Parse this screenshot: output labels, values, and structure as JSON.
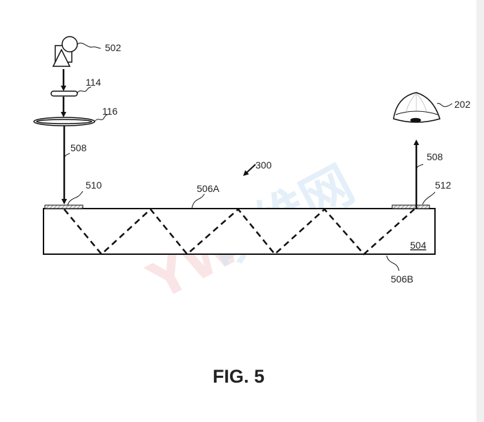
{
  "figure": {
    "caption": "FIG. 5"
  },
  "labels": {
    "source": "502",
    "element_114": "114",
    "lens": "116",
    "beam_in": "508",
    "in_coupler": "510",
    "top_surface": "506A",
    "system": "300",
    "eye": "202",
    "beam_out": "508",
    "out_coupler": "512",
    "waveguide": "504",
    "bottom_surface": "506B"
  },
  "watermark": {
    "text": "映维网",
    "logo": "YW"
  }
}
